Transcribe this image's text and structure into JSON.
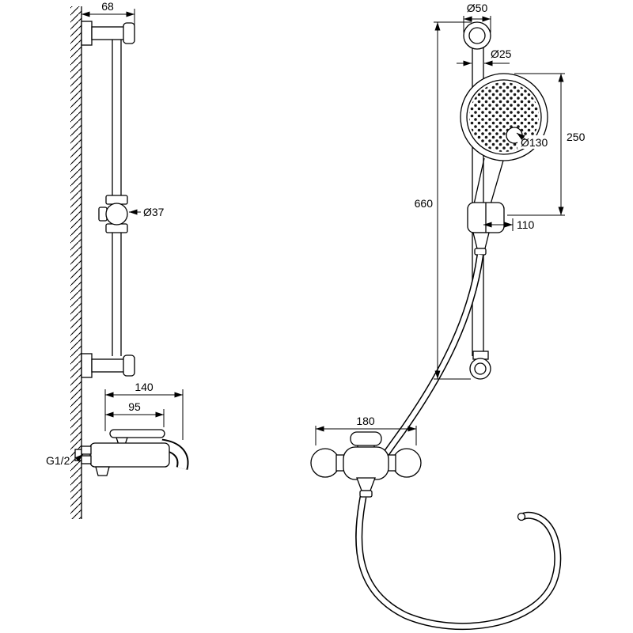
{
  "drawing": {
    "background": "#ffffff",
    "ink": "#000000",
    "side_view": {
      "bracket_width": "68",
      "slider_diameter": "Ø37",
      "mixer_depth": "140",
      "mixer_body_width": "95",
      "inlet_thread": "G1/2"
    },
    "front_view": {
      "top_holder_diameter": "Ø50",
      "rail_diameter": "Ø25",
      "handshower_diameter": "Ø130",
      "head_to_slider": "250",
      "rail_length": "660",
      "slider_offset": "110",
      "mixer_width": "180"
    }
  }
}
